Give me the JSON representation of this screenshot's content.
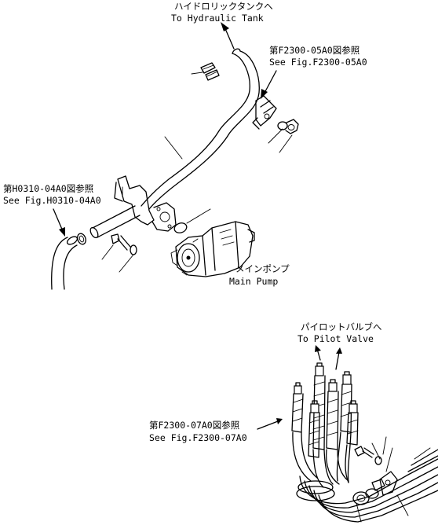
{
  "callouts": {
    "hydraulic_tank_jp": "ハイドロリックタンクへ",
    "hydraulic_tank_en": "To Hydraulic Tank",
    "f2300_05a0_jp": "第F2300-05A0図参照",
    "f2300_05a0_en": "See Fig.F2300-05A0",
    "h0310_04a0_jp": "第H0310-04A0図参照",
    "h0310_04a0_en": "See Fig.H0310-04A0",
    "main_pump_jp": "メインポンプ",
    "main_pump_en": "Main Pump",
    "pilot_valve_jp": "パイロットバルブへ",
    "pilot_valve_en": "To Pilot Valve",
    "f2300_07a0_jp": "第F2300-07A0図参照",
    "f2300_07a0_en": "See Fig.F2300-07A0"
  }
}
